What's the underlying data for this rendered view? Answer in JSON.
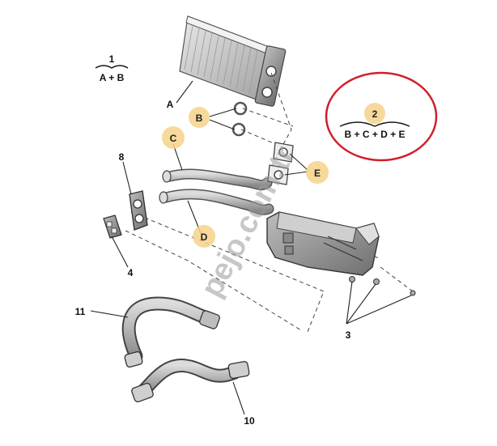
{
  "diagram": {
    "group_1": {
      "number": "1",
      "formula": "A + B"
    },
    "group_2": {
      "number": "2",
      "formula": "B + C + D + E"
    },
    "callouts": {
      "A": "A",
      "B": "B",
      "C": "C",
      "D": "D",
      "E": "E"
    },
    "part_numbers": {
      "p3": "3",
      "p4": "4",
      "p8": "8",
      "p10": "10",
      "p11": "11"
    },
    "watermark": "pejo.com.tr",
    "colors": {
      "bubble": "#f5d28a",
      "highlight_circle": "#d11e2a",
      "line": "#333333"
    }
  }
}
